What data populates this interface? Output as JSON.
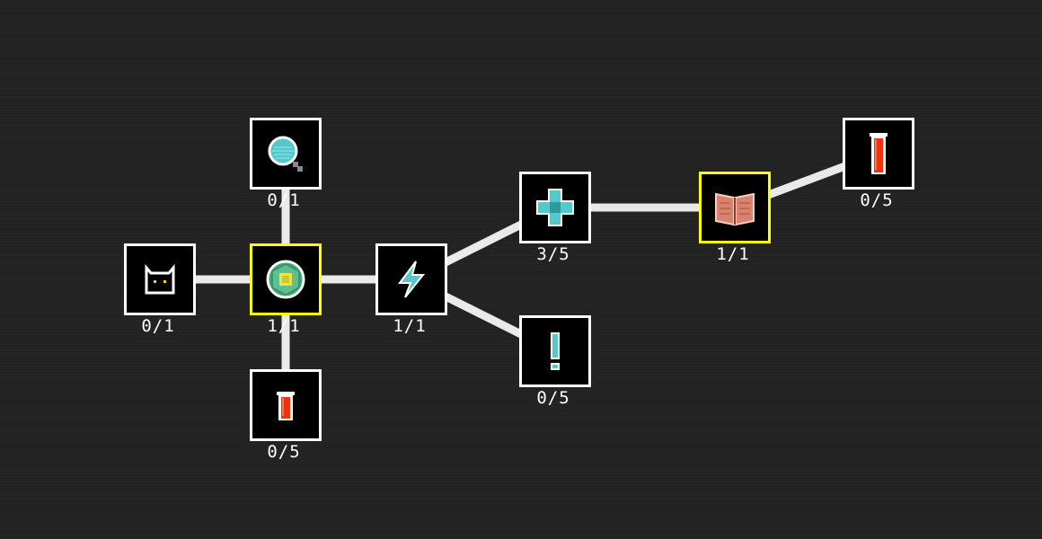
{
  "skill_tree": {
    "colors": {
      "background": "#222222",
      "node_fill": "#000000",
      "border_default": "#ffffff",
      "border_active": "#ffff00",
      "link": "#ffffff"
    },
    "nodes": [
      {
        "id": "cat",
        "icon": "cat-face-icon",
        "count": "0/1",
        "active": false
      },
      {
        "id": "magnifier",
        "icon": "magnifier-icon",
        "count": "0/1",
        "active": false
      },
      {
        "id": "core",
        "icon": "green-orb-icon",
        "count": "1/1",
        "active": true
      },
      {
        "id": "vial-small",
        "icon": "red-vial-icon",
        "count": "0/5",
        "active": false
      },
      {
        "id": "lightning",
        "icon": "lightning-icon",
        "count": "1/1",
        "active": false
      },
      {
        "id": "plus",
        "icon": "plus-cross-icon",
        "count": "3/5",
        "active": false
      },
      {
        "id": "exclaim",
        "icon": "exclamation-icon",
        "count": "0/5",
        "active": false
      },
      {
        "id": "book",
        "icon": "open-book-icon",
        "count": "1/1",
        "active": true
      },
      {
        "id": "vial-tall",
        "icon": "tall-red-vial-icon",
        "count": "0/5",
        "active": false
      }
    ]
  }
}
